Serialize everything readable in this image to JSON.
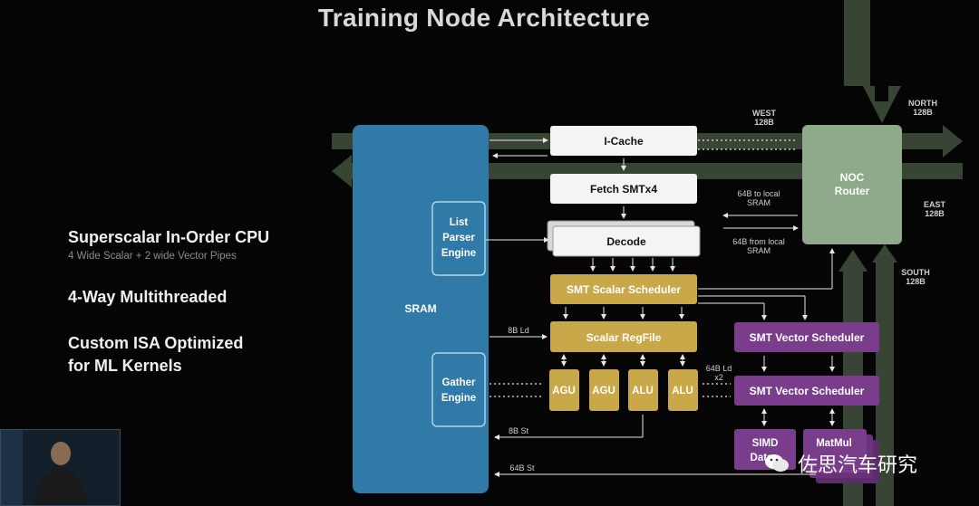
{
  "title": "Training Node Architecture",
  "bullets": [
    {
      "text": "Superscalar In-Order CPU",
      "sub": "4 Wide Scalar + 2 wide Vector Pipes"
    },
    {
      "text": "4-Way Multithreaded"
    },
    {
      "text": "Custom ISA Optimized",
      "text2": "for ML Kernels"
    }
  ],
  "blocks": {
    "sram": "SRAM",
    "list_parser": [
      "List",
      "Parser",
      "Engine"
    ],
    "gather": [
      "Gather",
      "Engine"
    ],
    "icache": "I-Cache",
    "fetch": "Fetch  SMTx4",
    "decode": "Decode",
    "scalar_scheduler": "SMT Scalar Scheduler",
    "scalar_regfile": "Scalar RegFile",
    "agu1": "AGU",
    "agu2": "AGU",
    "alu1": "ALU",
    "alu2": "ALU",
    "vector_scheduler_1": "SMT Vector Scheduler",
    "vector_scheduler_2": "SMT Vector Scheduler",
    "simd": [
      "SIMD",
      "Data"
    ],
    "matmul": "MatMul",
    "noc": [
      "NOC",
      "Router"
    ]
  },
  "labels": {
    "west": [
      "WEST",
      "128B"
    ],
    "north": [
      "NORTH",
      "128B"
    ],
    "east": [
      "EAST",
      "128B"
    ],
    "south": [
      "SOUTH",
      "128B"
    ],
    "to_local": [
      "64B to local",
      "SRAM"
    ],
    "from_local": [
      "64B from local",
      "SRAM"
    ],
    "ld8": "8B Ld",
    "ld64": [
      "64B Ld",
      "x2"
    ],
    "st8": "8B St",
    "st64": "64B St"
  },
  "watermark": "佐思汽车研究",
  "colors": {
    "sram": "#2f7aa6",
    "white_block": "#f4f4f4",
    "gold": "#c9a84a",
    "purple": "#7a3d8c",
    "noc": "#8eaa8a",
    "bus_arrow": "#3a4636",
    "background": "#050505"
  }
}
